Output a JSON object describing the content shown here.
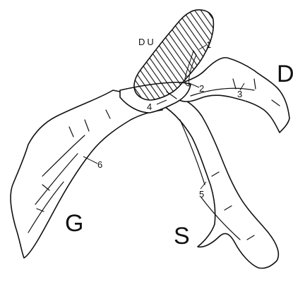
{
  "labels": {
    "du": "DU",
    "d": "D",
    "g": "G",
    "s": "S",
    "n1": "1",
    "n2": "2",
    "n3": "3",
    "n4": "4",
    "n5": "5",
    "n6": "6"
  },
  "colors": {
    "ink": "#111111",
    "background": "#ffffff"
  }
}
